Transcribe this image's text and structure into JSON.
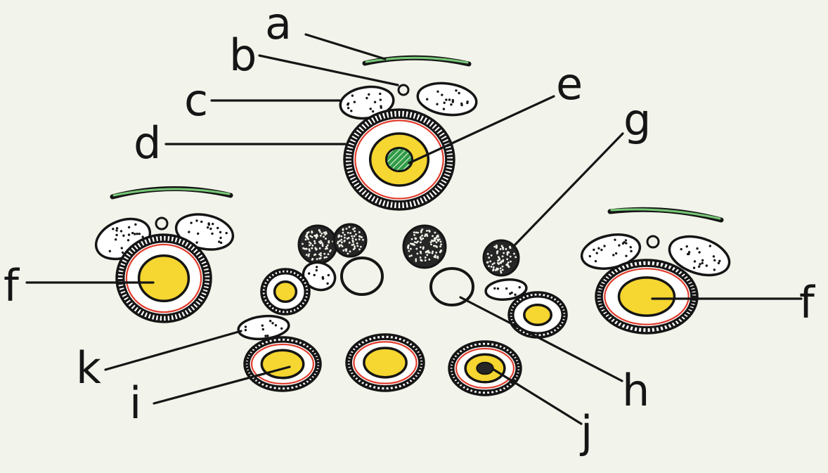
{
  "labels": {
    "a": "a",
    "b": "b",
    "c": "c",
    "d": "d",
    "e": "e",
    "f": "f",
    "g": "g",
    "h": "h",
    "i": "i",
    "j": "j",
    "k": "k"
  },
  "colors": {
    "background": "#f2f3ea",
    "ink": "#151515",
    "yellow": "#f6d630",
    "green": "#2f9b46",
    "light_green": "#78c878",
    "red": "#e03a2a",
    "white": "#ffffff"
  }
}
